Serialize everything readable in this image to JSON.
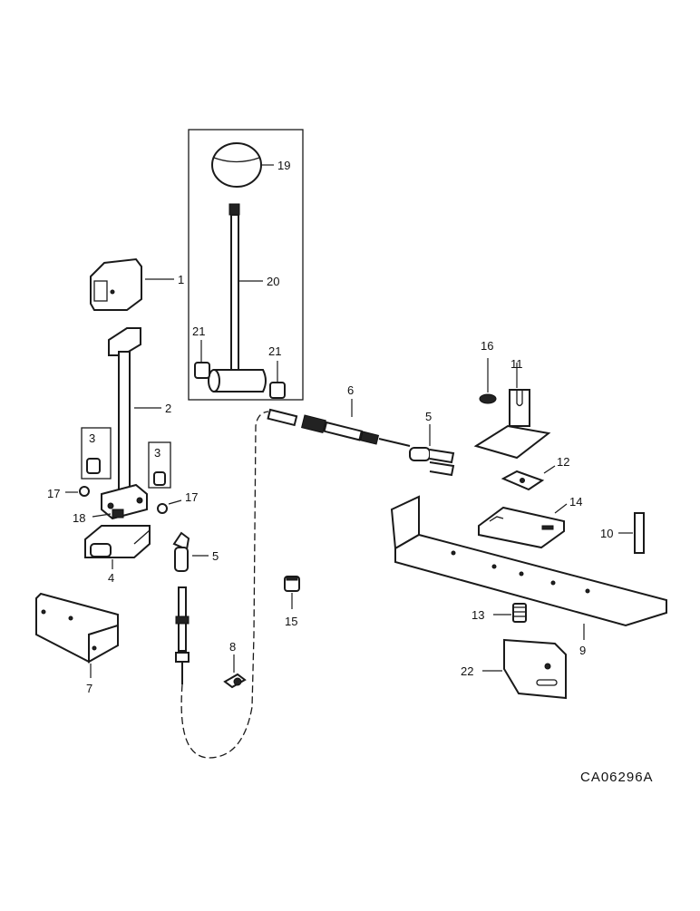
{
  "diagram": {
    "drawing_code": "CA06296A",
    "callouts": {
      "c1": "1",
      "c2": "2",
      "c3a": "3",
      "c3b": "3",
      "c4": "4",
      "c5a": "5",
      "c5b": "5",
      "c6": "6",
      "c7": "7",
      "c8": "8",
      "c9": "9",
      "c10": "10",
      "c11": "11",
      "c12": "12",
      "c13": "13",
      "c14": "14",
      "c15": "15",
      "c16": "16",
      "c17a": "17",
      "c17b": "17",
      "c18": "18",
      "c19": "19",
      "c20": "20",
      "c21a": "21",
      "c21b": "21",
      "c22": "22"
    }
  }
}
